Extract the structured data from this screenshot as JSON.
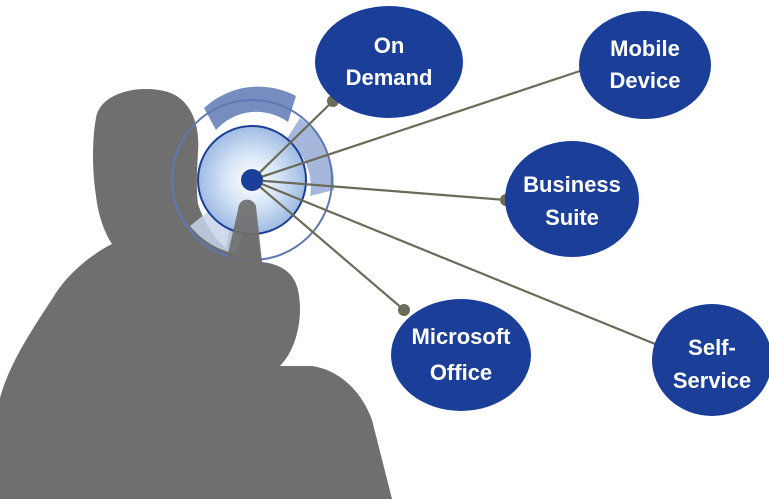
{
  "diagram": {
    "nodes": [
      {
        "id": "on-demand",
        "lines": [
          "On",
          "Demand"
        ]
      },
      {
        "id": "mobile-device",
        "lines": [
          "Mobile",
          "Device"
        ]
      },
      {
        "id": "business-suite",
        "lines": [
          "Business",
          "Suite"
        ]
      },
      {
        "id": "microsoft-office",
        "lines": [
          "Microsoft",
          "Office"
        ]
      },
      {
        "id": "self-service",
        "lines": [
          "Self-",
          "Service"
        ]
      }
    ],
    "colors": {
      "node_fill": "#1b3f99",
      "node_text": "#ffffff",
      "connector": "#6b6b5a",
      "connector_dot": "#6b6b5a",
      "silhouette": "#6f6f6f",
      "hub": "#1b3f99",
      "ring": "#5f78b4",
      "glow": "#cfe0f6"
    }
  }
}
